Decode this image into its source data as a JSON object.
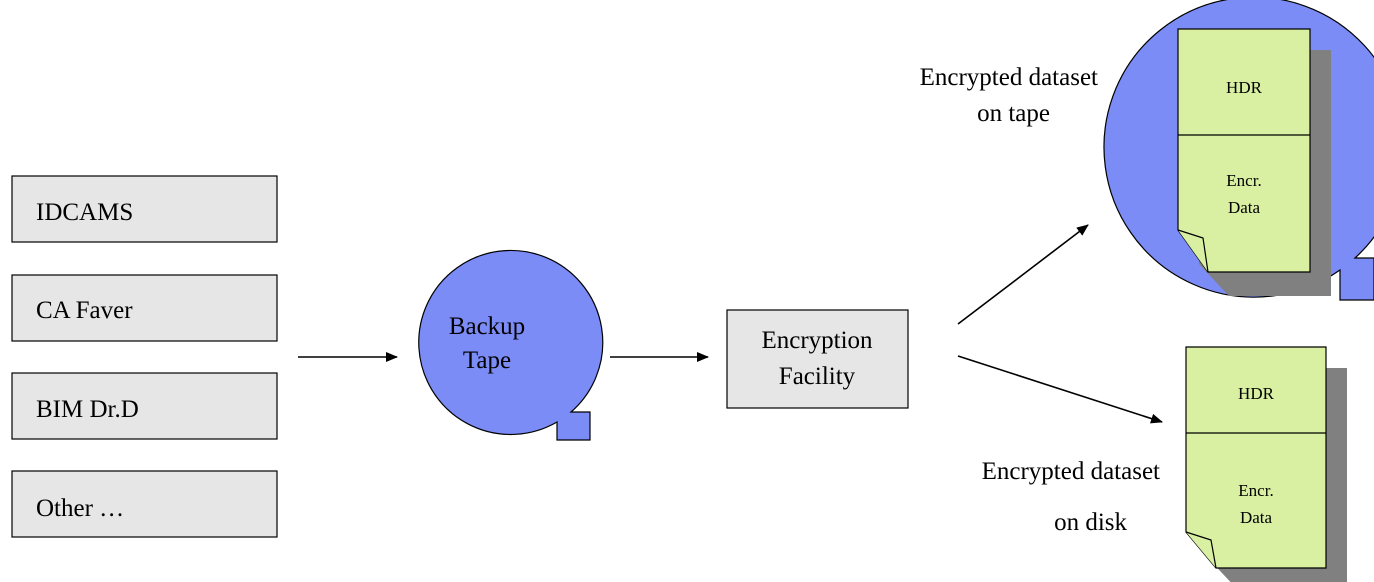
{
  "sources": [
    "IDCAMS",
    "CA Faver",
    "BIM Dr.D",
    "Other …"
  ],
  "backup_tape": {
    "line1": "Backup",
    "line2": "Tape"
  },
  "encryption_facility": {
    "line1": "Encryption",
    "line2": "Facility"
  },
  "tape_output": {
    "caption_line1": "Encrypted dataset",
    "caption_line2": "on tape",
    "header": "HDR",
    "data_line1": "Encr.",
    "data_line2": "Data"
  },
  "disk_output": {
    "caption_line1": "Encrypted dataset",
    "caption_line2": "on disk",
    "header": "HDR",
    "data_line1": "Encr.",
    "data_line2": "Data"
  },
  "colors": {
    "box_fill": "#e6e6e6",
    "tape_fill": "#7b8cf7",
    "doc_fill": "#d9f0a3",
    "shadow": "#808080"
  }
}
